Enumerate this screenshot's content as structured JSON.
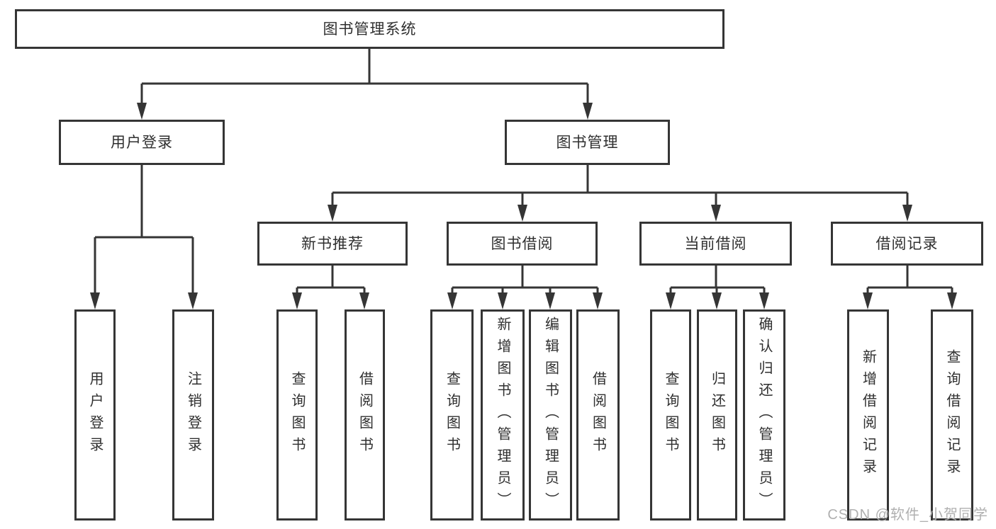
{
  "d": {
    "title": "图书管理系统",
    "user_login": {
      "label": "用户登录",
      "children": [
        "用户登录",
        "注销登录"
      ]
    },
    "book_mgmt": {
      "label": "图书管理",
      "groups": [
        {
          "label": "新书推荐",
          "children": [
            "查询图书",
            "借阅图书"
          ]
        },
        {
          "label": "图书借阅",
          "children": [
            "查询图书",
            "新增图书（管理员）",
            "编辑图书（管理员）",
            "借阅图书"
          ]
        },
        {
          "label": "当前借阅",
          "children": [
            "查询图书",
            "归还图书",
            "确认归还（管理员）"
          ]
        },
        {
          "label": "借阅记录",
          "children": [
            "新增借阅记录",
            "查询借阅记录"
          ]
        }
      ]
    },
    "watermark": "CSDN @软件_小贺同学",
    "colors": {
      "line": "#353535",
      "box_border": "#353535",
      "text": "#2f2f2f",
      "watermark": "#b0b0b0",
      "background": "#ffffff"
    }
  }
}
